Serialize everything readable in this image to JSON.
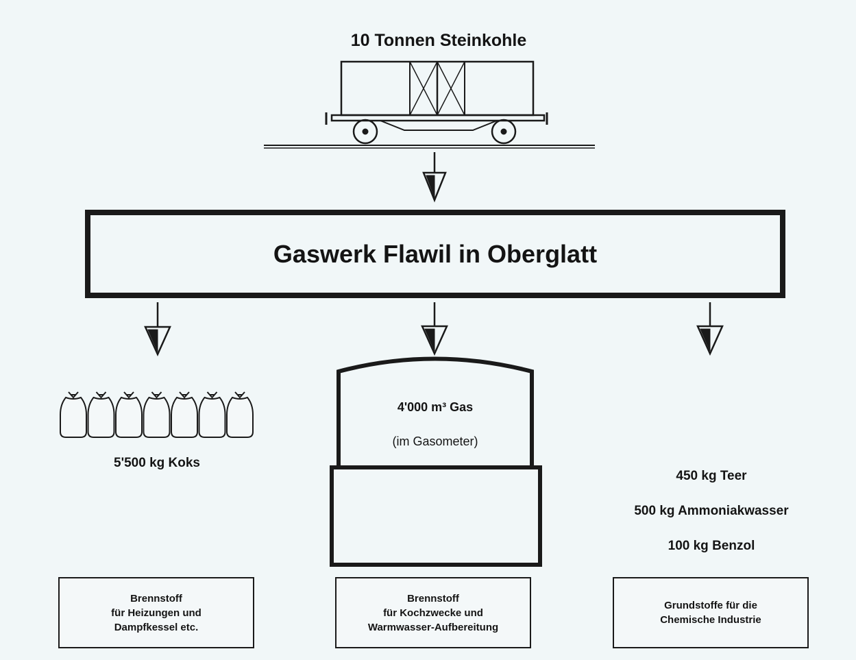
{
  "input": {
    "label": "10 Tonnen Steinkohle"
  },
  "plant": {
    "title": "Gaswerk Flawil in Oberglatt"
  },
  "products": {
    "coke": {
      "label": "5'500 kg Koks"
    },
    "gas": {
      "label": "4'000 m³ Gas",
      "sublabel": "(im Gasometer)"
    },
    "chemicals": {
      "tar": "450 kg Teer",
      "ammonia": "500 kg Ammoniakwasser",
      "benzene": "100 kg Benzol"
    }
  },
  "uses": {
    "coke": [
      "Brennstoff",
      "für Heizungen und",
      "Dampfkessel etc."
    ],
    "gas": [
      "Brennstoff",
      "für Kochzwecke und",
      "Warmwasser-Aufbereitung"
    ],
    "chemicals": [
      "Grundstoffe für die",
      "Chemische Industrie"
    ]
  }
}
